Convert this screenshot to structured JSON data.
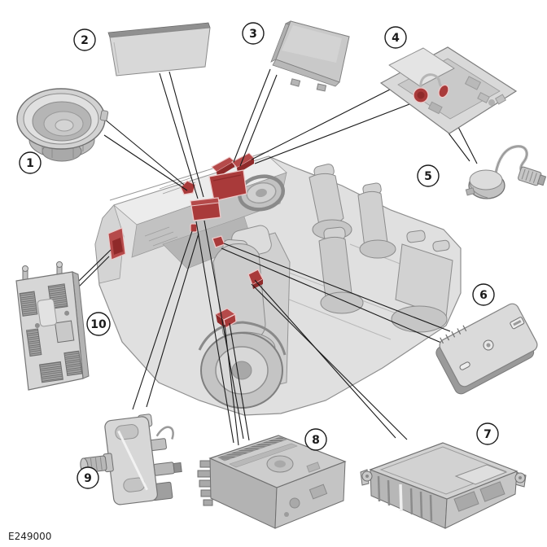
{
  "figure": {
    "id": "E249000"
  },
  "colors": {
    "highlight_red": "#a93a3a",
    "highlight_red_dark": "#8f2a2a",
    "highlight_halo": "#eec9c9",
    "line_black": "#1a1a1a",
    "part_gray": "#d6d6d6"
  },
  "callouts": [
    {
      "number": "1",
      "component": "door-speaker"
    },
    {
      "number": "2",
      "component": "speaker-panel"
    },
    {
      "number": "3",
      "component": "display-screen"
    },
    {
      "number": "4",
      "component": "overhead-console-module"
    },
    {
      "number": "5",
      "component": "microphone-puck"
    },
    {
      "number": "6",
      "component": "media-interface-panel"
    },
    {
      "number": "7",
      "component": "control-module-ecu"
    },
    {
      "number": "8",
      "component": "audio-head-unit"
    },
    {
      "number": "9",
      "component": "antenna-bracket"
    },
    {
      "number": "10",
      "component": "interface-control-module"
    }
  ]
}
